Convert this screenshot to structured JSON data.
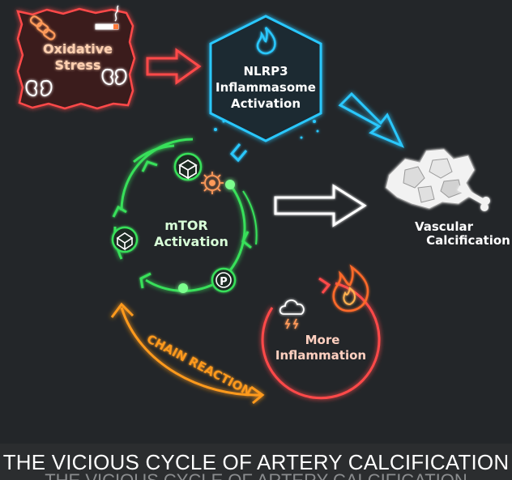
{
  "colors": {
    "background": "#232629",
    "oxidative": "#ff4a4a",
    "nlrp3": "#29c8ff",
    "mtor": "#39e05a",
    "inflammation": "#ff4a4a",
    "chain": "#ff9a1f",
    "white": "#ffffff"
  },
  "nodes": {
    "oxidative_stress": {
      "line1": "Oxidative",
      "line2": "Stress"
    },
    "nlrp3": {
      "line1": "NLRP3",
      "line2": "Inflammasome",
      "line3": "Activation"
    },
    "mtor": {
      "line1": "mTOR",
      "line2": "Activation",
      "p_badge": "P"
    },
    "vascular": {
      "line1": "Vascular",
      "line2": "Calcification"
    },
    "inflammation": {
      "line1": "More",
      "line2": "Inflammation"
    }
  },
  "chain_reaction": "CHAIN REACTION",
  "banner": {
    "title": "THE VICIOUS CYCLE OF ARTERY CALCIFICATION",
    "ghost": "THE VICIOUS CYCLE OF ARTERY CALCIFICATION"
  },
  "icons": [
    "chain-icon",
    "cigarette-icon",
    "kidney-icon",
    "flame-icon",
    "cube-icon",
    "virus-icon",
    "storm-cloud-icon",
    "fire-icon",
    "bone-icon",
    "rock-icon"
  ]
}
